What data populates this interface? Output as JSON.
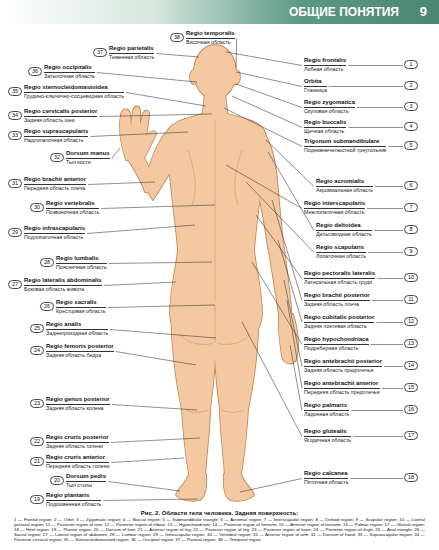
{
  "diagram": {
    "caption": "Рис. 2. Области тела человека. Задняя поверхность:",
    "labels": [
      "ОБЩИЕ ПОНЯТИЯ",
      "9",
      "1",
      "Regio frontalis",
      "Лобная область",
      "2",
      "Orbita",
      "Глазница",
      "3",
      "Regio zygomatica",
      "Скуловая область",
      "4",
      "Regio buccalis",
      "Щечная область",
      "5",
      "Trigonum submandibulare",
      "Поднижнечелюстной треугольник",
      "6",
      "Regio acromialis",
      "Акромиальная область",
      "7",
      "Regio interscapularis",
      "Межлопаточная область",
      "8",
      "Regio deltoidea",
      "Дельтовидная область",
      "9",
      "Regio scapularis",
      "Лопаточная область",
      "10",
      "Regio pectoralis lateralis",
      "Латеральная область груди",
      "11",
      "Regio brachii posterior",
      "Задняя область плеча",
      "12",
      "Regio cubitalis posterior",
      "Задняя локтевая область",
      "13",
      "Regio hypochondriaca",
      "Подреберная область",
      "14",
      "Regio antebrachii posterior",
      "Задняя область предплечья",
      "15",
      "Regio antebrachii anterior",
      "Передняя область предплечья",
      "16",
      "Regio palmaris",
      "Ладонная область",
      "17",
      "Regio glutealis",
      "Ягодичная область",
      "18",
      "Regio calcanea",
      "Пяточная область",
      "19",
      "Regio plantaris",
      "Подошвенная область",
      "20",
      "Dorsum pedis",
      "Тыл стопы",
      "21",
      "Regio cruris anterior",
      "Передняя область голени",
      "22",
      "Regio cruris posterior",
      "Задняя область голени",
      "23",
      "Regio genus posterior",
      "Задняя область колена",
      "24",
      "Regio femoris posterior",
      "Задняя область бедра",
      "25",
      "Regio analis",
      "Заднепроходная область",
      "26",
      "Regio sacralis",
      "Крестцовая область",
      "27",
      "Regio lateralis abdominalis",
      "Боковая область живота",
      "28",
      "Regio lumbalis",
      "Поясничная область",
      "29",
      "Regio infrascapularis",
      "Подлопаточная область",
      "30",
      "Regio vertebralis",
      "Позвоночная область",
      "31",
      "Regio brachii anterior",
      "Передняя область плеча",
      "32",
      "Dorsum manus",
      "Тыл кисти",
      "33",
      "Regio suprascapularis",
      "Надлопаточная область",
      "34",
      "Regio cervicalis posterior",
      "Задняя область шеи",
      "35",
      "Regio sternocleidomastoidea",
      "Грудино-ключично-сосцевидная область",
      "36",
      "Regio occipitalis",
      "Затылочная область",
      "37",
      "Regio parietalis",
      "Теменная область",
      "38",
      "Regio temporalis",
      "Височная область",
      "1 — Frontal region; 2 — Orbit; 3 — Zygomatic region; 4 — Buccal region; 5 — Submandibular triangle; 6 — Acromial region; 7 — Interscapular region; 8 — Deltoid region; 9 — Scapular region; 10 — Lateral pectoral region; 11 — Posterior region of arm; 12 — Posterior region of elbow; 13 — Hypochondrium; 14 — Posterior region of forearm; 15 — Anterior region of forearm; 16 — Palmar region; 17 — Gluteal region; 18 — Heel region; 19 — Plantar region; 20 — Dorsum of foot; 21 — Anterior region of leg; 22 — Posterior region of leg; 23 — Posterior region of knee; 24 — Posterior region of thigh; 25 — Anal triangle; 26 — Sacral region; 27 — Lateral region of abdomen; 28 — Lumbar region; 29 — Infrascapular region; 30 — Vertebral region; 31 — Anterior region of arm; 32 — Dorsum of hand; 33 — Suprascapular region; 34 — Posterior cervical region; 35 — Sternocleidomastoid region; 36 — Occipital region; 37 — Parietal region; 38 — Temporal region"
    ]
  }
}
